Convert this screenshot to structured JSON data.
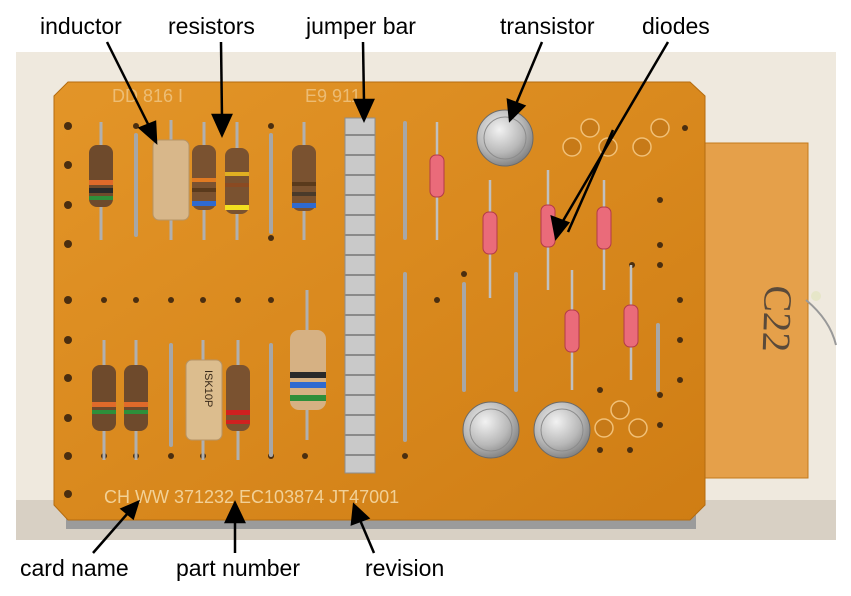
{
  "labels": {
    "inductor": "inductor",
    "resistors": "resistors",
    "jumper_bar": "jumper bar",
    "transistor": "transistor",
    "diodes": "diodes",
    "card_name": "card name",
    "part_number": "part number",
    "revision": "revision"
  },
  "board_text": {
    "top_marking": "DD 816 I",
    "top_marking_2": "E9 911",
    "bottom_marking": "CH WW 371232 EC103874 JT47001",
    "connector_handwriting": "C22",
    "inductor_marking": "ISK10P"
  },
  "colors": {
    "board": "#d98a1e",
    "board_dark": "#b96f12",
    "connector": "#e5a04a",
    "background": "#efe9de"
  }
}
